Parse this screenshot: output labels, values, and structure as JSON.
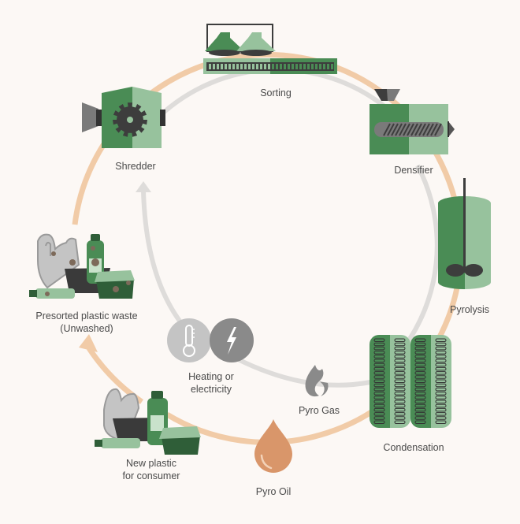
{
  "diagram": {
    "title": "Plastic pyrolysis recycling cycle",
    "colors": {
      "background": "#fcf8f5",
      "outer_cycle": "#f1cba7",
      "inner_cycle": "#dedcda",
      "green_dark": "#4a8c55",
      "green_light": "#97c29d",
      "charcoal": "#444444",
      "gray": "#8a8a8a",
      "light_gray": "#c4c4c4",
      "oil": "#d9966a",
      "text": "#4a4a4a"
    },
    "stages": [
      {
        "id": "sorting",
        "label": "Sorting",
        "icon": "sorting-machine-icon"
      },
      {
        "id": "densifier",
        "label": "Densifier",
        "icon": "densifier-extruder-icon"
      },
      {
        "id": "pyrolysis",
        "label": "Pyrolysis",
        "icon": "pyrolysis-reactor-icon"
      },
      {
        "id": "condensation",
        "label": "Condensation",
        "icon": "condenser-columns-icon"
      },
      {
        "id": "pyro-oil",
        "label": "Pyro Oil",
        "icon": "oil-drop-icon"
      },
      {
        "id": "new-plastic",
        "label_line1": "New plastic",
        "label_line2": "for consumer",
        "icon": "plastic-products-icon"
      },
      {
        "id": "presorted-waste",
        "label_line1": "Presorted plastic waste",
        "label_line2": "(Unwashed)",
        "icon": "dirty-plastic-waste-icon"
      },
      {
        "id": "shredder",
        "label": "Shredder",
        "icon": "shredder-icon"
      },
      {
        "id": "pyro-gas",
        "label": "Pyro Gas",
        "icon": "flame-icon"
      },
      {
        "id": "heating",
        "label_line1": "Heating or",
        "label_line2": "electricity",
        "icons": [
          "thermometer-icon",
          "lightning-bolt-icon"
        ]
      }
    ],
    "flows": [
      {
        "from": "presorted-waste",
        "to": "shredder",
        "type": "outer-cycle"
      },
      {
        "from": "shredder",
        "to": "sorting",
        "type": "outer-cycle"
      },
      {
        "from": "sorting",
        "to": "densifier",
        "type": "outer-cycle"
      },
      {
        "from": "densifier",
        "to": "pyrolysis",
        "type": "outer-cycle"
      },
      {
        "from": "pyrolysis",
        "to": "condensation",
        "type": "outer-cycle"
      },
      {
        "from": "condensation",
        "to": "pyro-oil",
        "type": "outer-cycle"
      },
      {
        "from": "pyro-oil",
        "to": "new-plastic",
        "type": "outer-cycle"
      },
      {
        "from": "new-plastic",
        "to": "presorted-waste",
        "type": "outer-cycle"
      },
      {
        "from": "condensation",
        "to": "pyro-gas",
        "type": "inner-cycle"
      },
      {
        "from": "pyro-gas",
        "to": "heating",
        "type": "inner-cycle"
      },
      {
        "from": "heating",
        "to": "shredder",
        "type": "inner-cycle"
      }
    ]
  }
}
